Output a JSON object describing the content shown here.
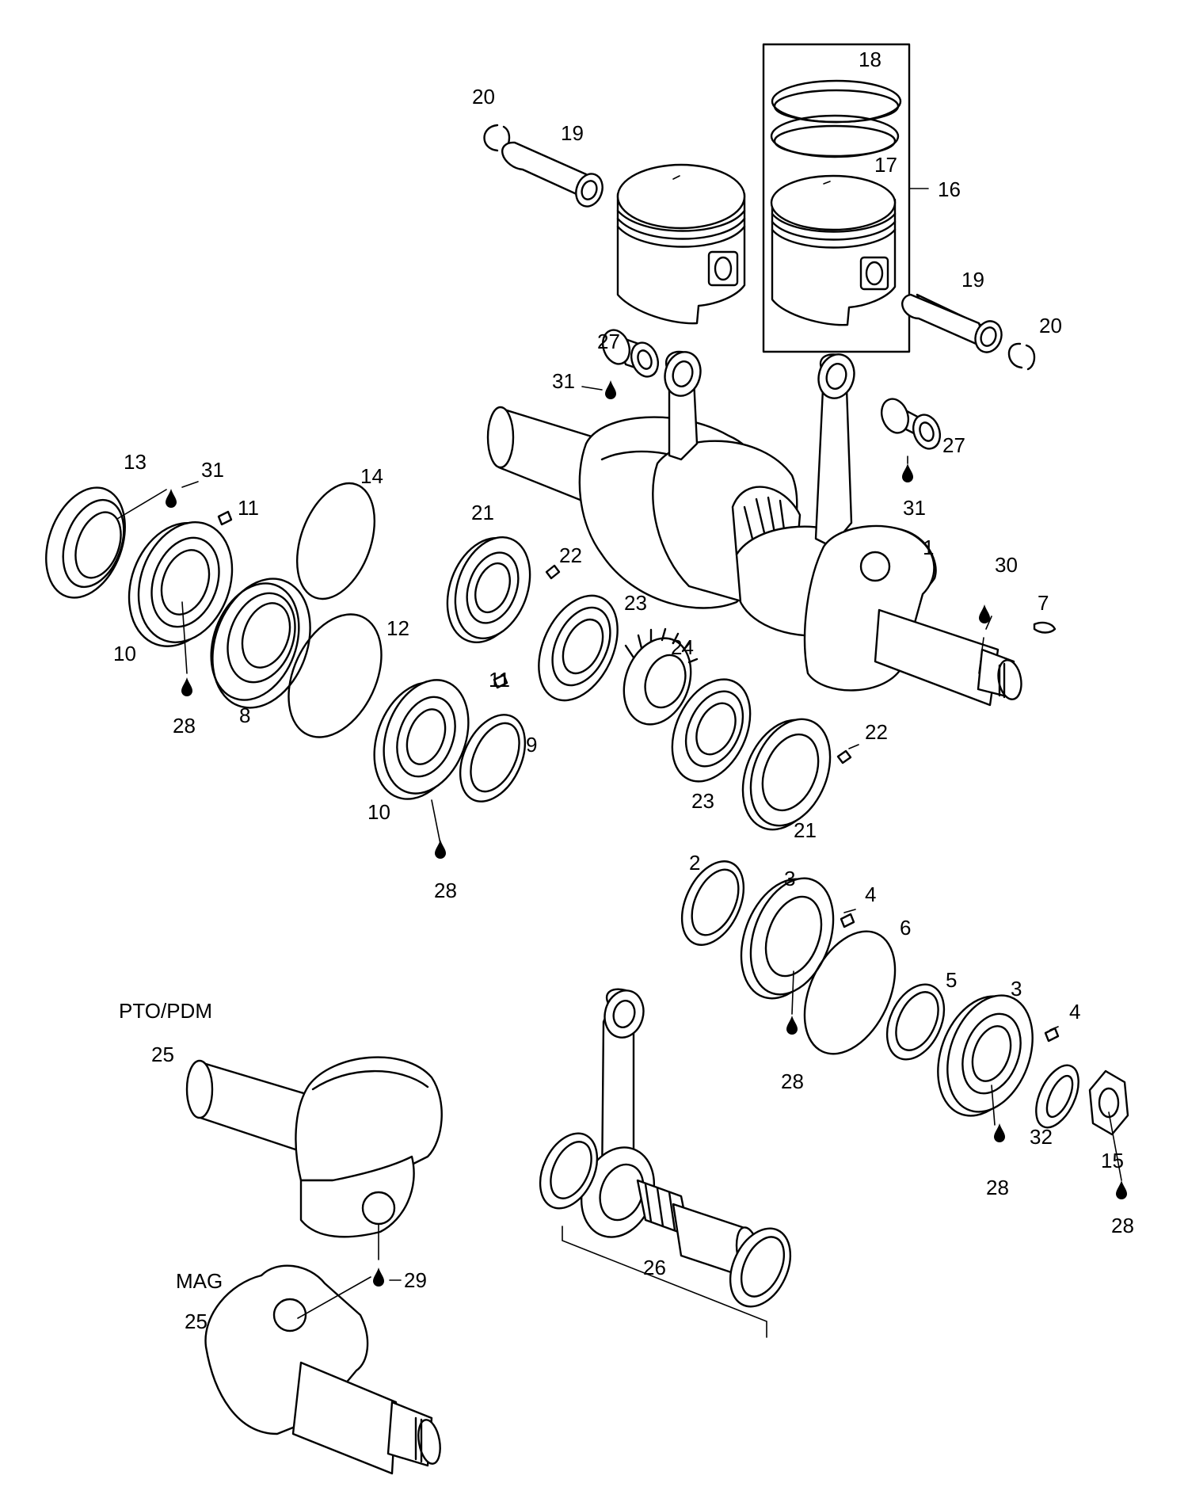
{
  "labels": {
    "n1": "1",
    "n2": "2",
    "n3": "3",
    "n4": "4",
    "n5": "5",
    "n6": "6",
    "n7": "7",
    "n8": "8",
    "n9": "9",
    "n10": "10",
    "n11": "11",
    "n12": "12",
    "n13": "13",
    "n14": "14",
    "n15": "15",
    "n16": "16",
    "n17": "17",
    "n18": "18",
    "n19": "19",
    "n20": "20",
    "n21": "21",
    "n22": "22",
    "n23": "23",
    "n24": "24",
    "n25": "25",
    "n26": "26",
    "n27": "27",
    "n28": "28",
    "n29": "29",
    "n30": "30",
    "n31": "31",
    "n32": "32"
  },
  "captions": {
    "pto": "PTO/PDM",
    "mag": "MAG"
  },
  "colors": {
    "ink": "#000000",
    "paper": "#ffffff"
  }
}
